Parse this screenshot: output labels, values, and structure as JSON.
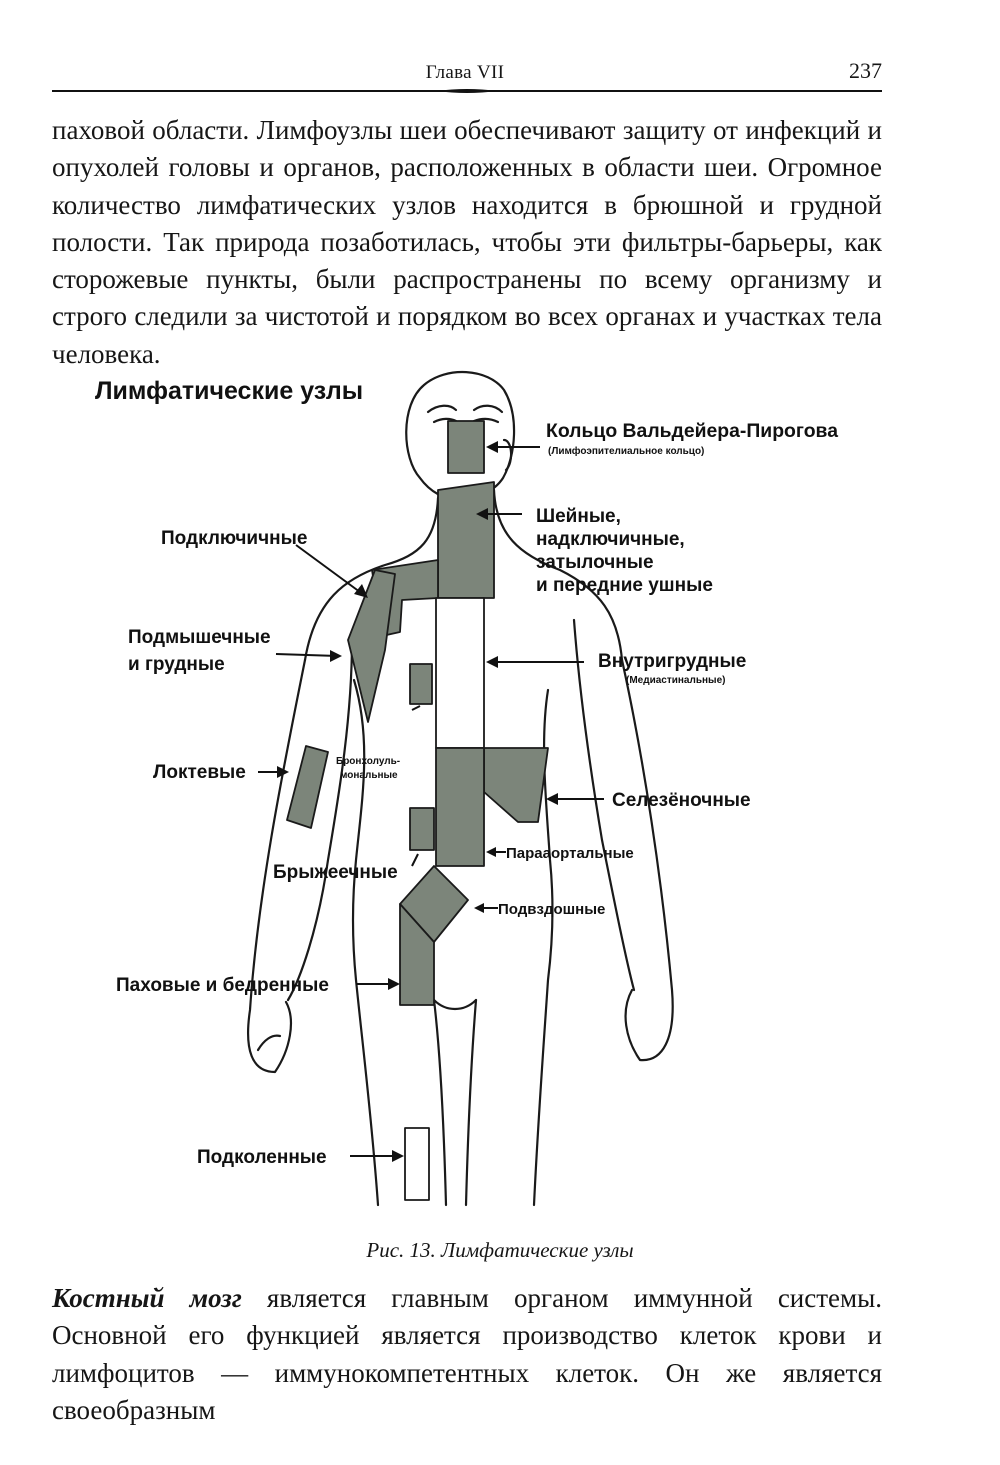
{
  "header": {
    "chapter": "Глава VII",
    "page_number": "237"
  },
  "top_paragraph": "паховой области. Лимфоузлы шеи обеспечивают защиту от инфекций и опухолей головы и органов, расположенных в области шеи. Огромное количество лимфатических узлов находится в брюшной и грудной полости. Так природа позаботилась, чтобы эти фильтры-барьеры, как сторожевые пункты, были распространены по всему организму и строго следили за чистотой и порядком во всех органах и участках тела человека.",
  "figure": {
    "title": "Лимфатические узлы",
    "labels": {
      "waldeyer": "Кольцо Вальдейера-Пирогова",
      "waldeyer_sub": "(Лимфоэпителиальное кольцо)",
      "cervical_1": "Шейные,",
      "cervical_2": "надключичные,",
      "cervical_3": "затылочные",
      "cervical_4": "и передние ушные",
      "subclavian": "Подключичные",
      "axillary_1": "Подмышечные",
      "axillary_2": "и грудные",
      "intrathoracic": "Внутригрудные",
      "intrathoracic_sub": "(Медиастинальные)",
      "bronchopulmonary_1": "Бронхолуль-",
      "bronchopulmonary_2": "мональные",
      "cubital": "Локтевые",
      "splenic": "Селезёночные",
      "paraaortic": "Парааортальные",
      "mesenteric": "Брыжеечные",
      "iliac": "Подвздошные",
      "inguinal": "Паховые и бедренные",
      "popliteal": "Подколенные"
    },
    "caption": "Рис. 13. Лимфатические узлы",
    "colors": {
      "node_fill": "#7c857a",
      "outline": "#1a1a1a"
    }
  },
  "bottom_paragraph": {
    "emphasis": "Костный мозг",
    "text": " является главным органом иммунной системы. Основной его функцией является производство клеток крови и лимфоцитов — иммунокомпетентных клеток. Он же является своеобразным"
  }
}
